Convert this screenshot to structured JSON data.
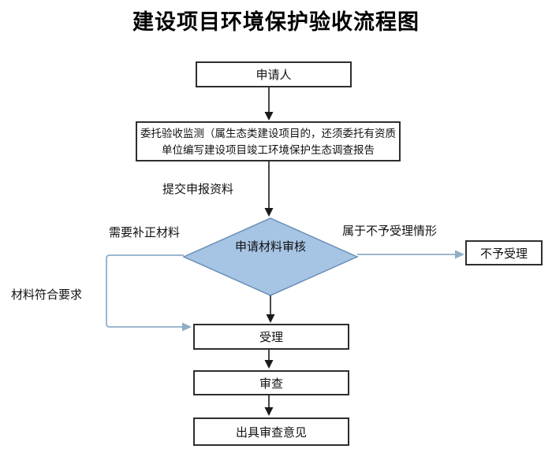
{
  "title": "建设项目环境保护验收流程图",
  "nodes": {
    "applicant": "申请人",
    "entrust_line1": "委托验收监测（属生态类建设项目的，还须委托有资质",
    "entrust_line2": "单位编写建设项目竣工环境保护生态调查报告",
    "material_review": "申请材料审核",
    "not_accepted": "不予受理",
    "accepted": "受理",
    "examine": "审查",
    "issue_opinion": "出具审查意见"
  },
  "edge_labels": {
    "submit_materials": "提交申报资料",
    "need_supplement": "需要补正材料",
    "material_ok": "材料符合要求",
    "not_accept_case": "属于不予受理情形"
  },
  "colors": {
    "diamond_fill": "#a6c4e4",
    "diamond_border": "#6a8fb6",
    "blue_arrow": "#8fadc6",
    "black_arrow": "#1a1a1a",
    "box_border": "#2e2e2e"
  }
}
